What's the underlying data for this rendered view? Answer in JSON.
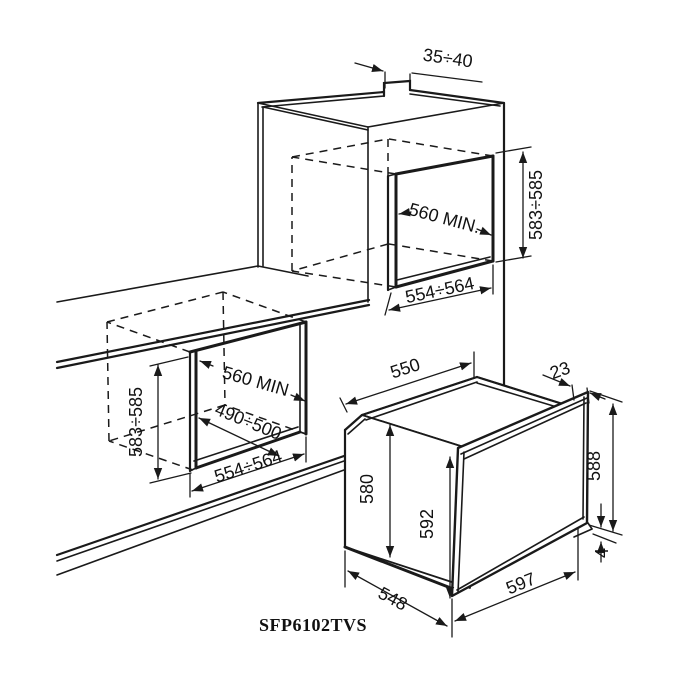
{
  "product": {
    "model": "SFP6102TVS"
  },
  "colors": {
    "line": "#1a1a1a",
    "background": "#ffffff"
  },
  "labels": {
    "vent_width": "35÷40",
    "upper_niche": {
      "depth": "560 MIN.",
      "height": "583÷585",
      "width": "554÷564"
    },
    "lower_niche": {
      "depth": "560 MIN",
      "height": "583÷585",
      "width": "554÷564",
      "floor_depth": "490÷500"
    },
    "oven": {
      "top_depth": "550",
      "door_overhang": "23",
      "door_height_right": "588",
      "body_height": "580",
      "front_height": "592",
      "bottom_gap": "4",
      "bottom_depth": "548",
      "front_width": "597"
    }
  }
}
